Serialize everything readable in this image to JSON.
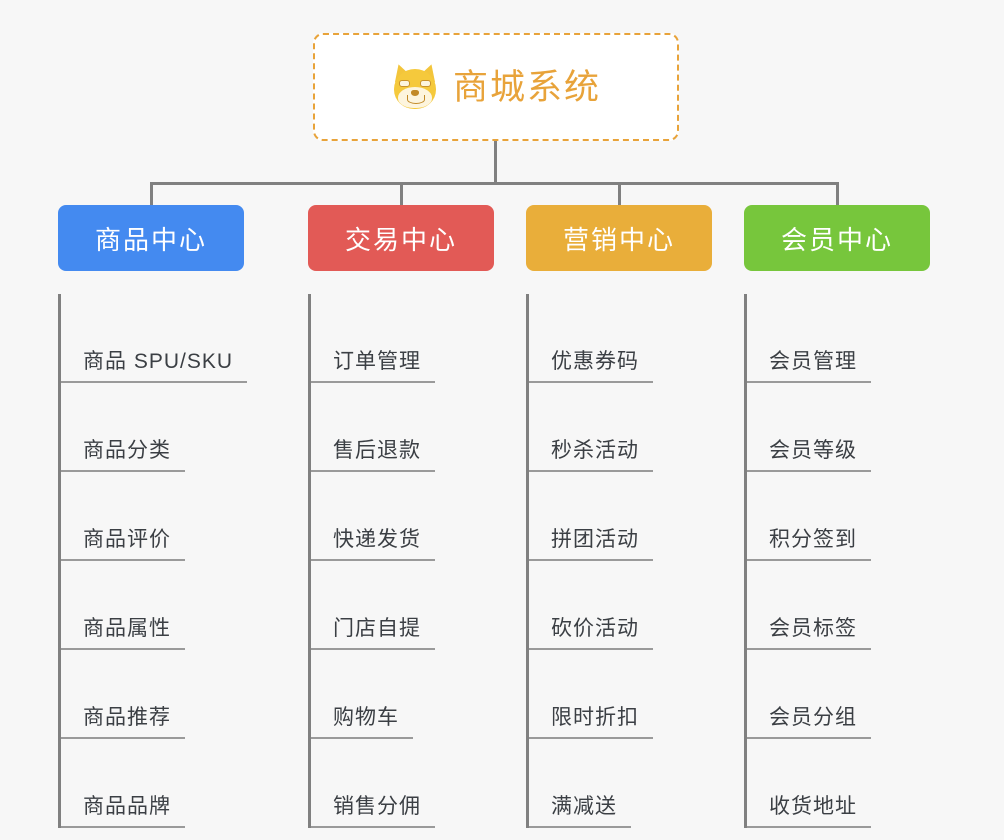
{
  "page": {
    "background_color": "#f7f7f7",
    "line_color": "#808080",
    "leaf_text_color": "#3b3f44",
    "leaf_underline_color": "#9a9a9a"
  },
  "root": {
    "title": "商城系统",
    "icon": "dog-face-icon",
    "border_color": "#e8a33a",
    "title_color": "#e8a33a",
    "background_color": "#ffffff",
    "border_style": "dashed"
  },
  "columns": [
    {
      "id": "product-center",
      "title": "商品中心",
      "color": "#448af0",
      "items": [
        "商品 SPU/SKU",
        "商品分类",
        "商品评价",
        "商品属性",
        "商品推荐",
        "商品品牌"
      ]
    },
    {
      "id": "trade-center",
      "title": "交易中心",
      "color": "#e25a56",
      "items": [
        "订单管理",
        "售后退款",
        "快递发货",
        "门店自提",
        "购物车",
        "销售分佣"
      ]
    },
    {
      "id": "marketing-center",
      "title": "营销中心",
      "color": "#e9ae3a",
      "items": [
        "优惠券码",
        "秒杀活动",
        "拼团活动",
        "砍价活动",
        "限时折扣",
        "满减送"
      ]
    },
    {
      "id": "member-center",
      "title": "会员中心",
      "color": "#77c63c",
      "items": [
        "会员管理",
        "会员等级",
        "积分签到",
        "会员标签",
        "会员分组",
        "收货地址"
      ]
    }
  ]
}
